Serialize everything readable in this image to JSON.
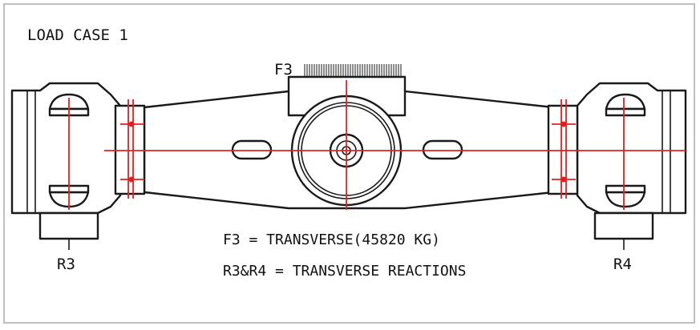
{
  "diagram": {
    "title": "LOAD CASE 1",
    "force_label": "F3",
    "equation_f3": "F3 = TRANSVERSE(45820 KG)",
    "equation_reactions": "R3&R4 = TRANSVERSE REACTIONS",
    "reaction_left": "R3",
    "reaction_right": "R4",
    "colors": {
      "outline": "#1a1a1a",
      "centerline": "#e02020",
      "frame": "#bfbfbf"
    }
  }
}
